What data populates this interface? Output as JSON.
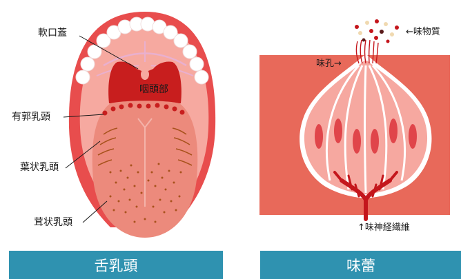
{
  "tongue": {
    "label_palate": "軟口蓋",
    "label_pharynx": "咽頭部",
    "label_circumvallate": "有郭乳頭",
    "label_foliate": "葉状乳頭",
    "label_fungiform": "茸状乳頭",
    "caption": "舌乳頭"
  },
  "taste_bud": {
    "label_substance": "←味物質",
    "label_pore": "味孔→",
    "label_nerve": "↑味神経繊維",
    "caption": "味蕾"
  },
  "colors": {
    "banner": "#2f92b0",
    "lip_red": "#e84d4d",
    "mouth_pink": "#f6a9a0",
    "tongue": "#ec8a7c",
    "throat": "#c81e1e",
    "tissue": "#e8695a",
    "cell_pink": "#f6a8a0",
    "nerve": "#c4161c"
  }
}
